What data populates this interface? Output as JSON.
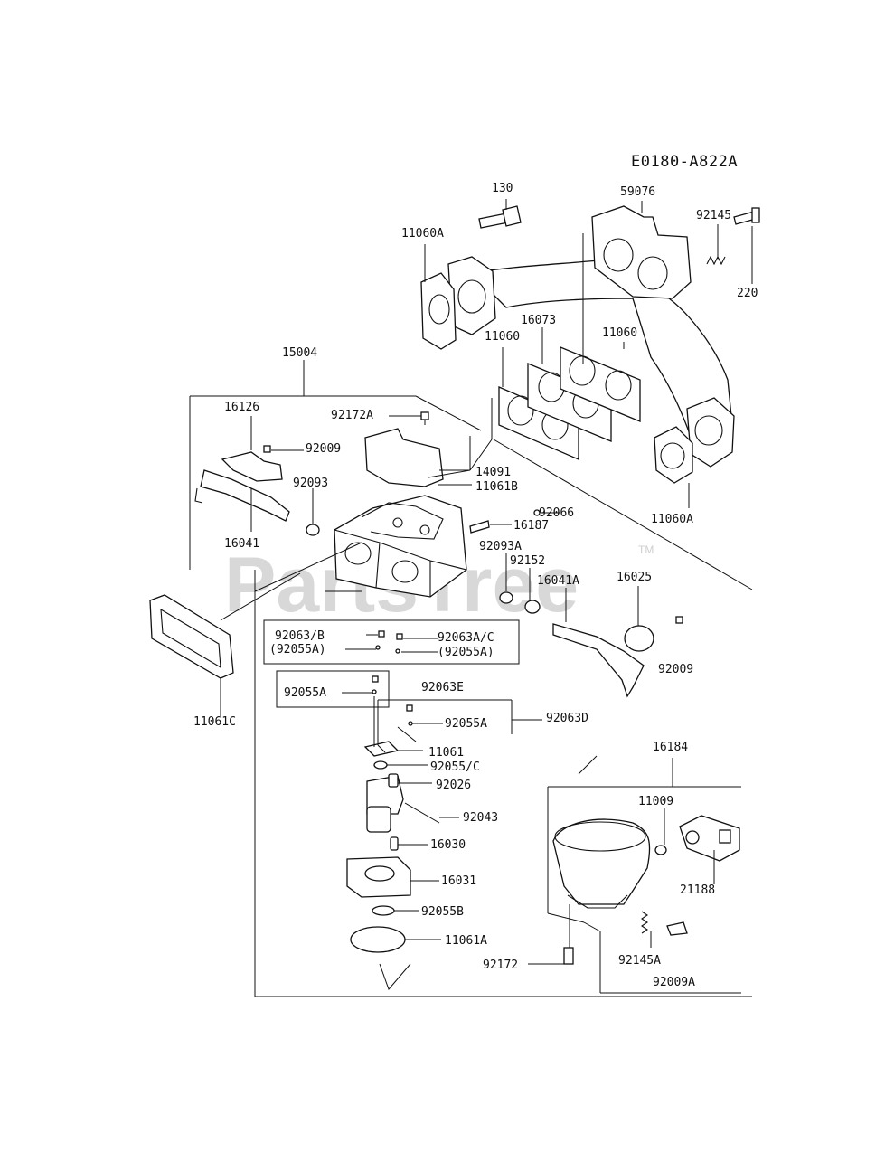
{
  "diagram_code": "E0180-A822A",
  "watermark": "PartsTree",
  "trademark": "TM",
  "labels": {
    "p130": "130",
    "p59076": "59076",
    "p92145": "92145",
    "p11060A_top": "11060A",
    "p220": "220",
    "p16073": "16073",
    "p11060_left": "11060",
    "p11060_right": "11060",
    "p15004": "15004",
    "p16126": "16126",
    "p92172A": "92172A",
    "p92009_a": "92009",
    "p92093": "92093",
    "p14091": "14091",
    "p11061B": "11061B",
    "p92066": "92066",
    "p16187": "16187",
    "p11060A_bottom": "11060A",
    "p16041": "16041",
    "p92093A": "92093A",
    "p92152": "92152",
    "p16041A": "16041A",
    "p16025": "16025",
    "p92063B": "92063/B",
    "p92063AC": "92063A/C",
    "p92055A_paren_l": "(92055A)",
    "p92055A_paren_r": "(92055A)",
    "p92009_b": "92009",
    "p92055A_box": "92055A",
    "p92063E": "92063E",
    "p11061C": "11061C",
    "p92055A_mid": "92055A",
    "p92063D": "92063D",
    "p11061": "11061",
    "p92055C": "92055/C",
    "p92026": "92026",
    "p16184": "16184",
    "p92043": "92043",
    "p11009": "11009",
    "p16030": "16030",
    "p16031": "16031",
    "p21188": "21188",
    "p92055B": "92055B",
    "p11061A": "11061A",
    "p92145A": "92145A",
    "p92172": "92172",
    "p92009A": "92009A"
  }
}
